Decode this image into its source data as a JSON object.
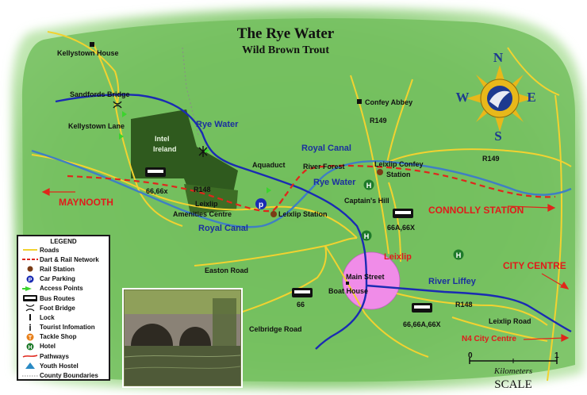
{
  "title": "The Rye Water",
  "subtitle": "Wild Brown Trout",
  "compass": {
    "n": "N",
    "e": "E",
    "s": "S",
    "w": "W"
  },
  "colors": {
    "land": "#7fc36a",
    "rye_water": "#1a2bb3",
    "royal_canal": "#3f7fc4",
    "roads": "#f2d230",
    "rail": "#e0261b",
    "intel_site": "#2f5a1e",
    "town_highlight": "#f08ce8",
    "labels_red": "#e01b1b",
    "labels_blue": "#1b2f9e"
  },
  "places": {
    "kellystown_house": "Kellystown House",
    "sandfords_bridge": "Sandfords Bridge",
    "kellystown_lane": "Kellystown Lane",
    "intel_ireland": "Intel\nIreland",
    "rye_water_upper": "Rye Water",
    "royal_canal_upper": "Royal Canal",
    "aquaduct": "Aquaduct",
    "river_forest": "River Forest",
    "leixlip_confey": "Leixlip Confey\nStation",
    "confey_abbey": "Confey Abbey",
    "r149_a": "R149",
    "r149_b": "R149",
    "maynooth": "MAYNOOTH",
    "bus_66_66x": "66,66x",
    "r148_a": "R148",
    "leixlip_amenities": "Leixlip\nAmenities Centre",
    "leixlip_station": "Leixlip Station",
    "rye_water_mid": "Rye Water",
    "captains_hill": "Captain's Hill",
    "bus_66a_66x": "66A,66X",
    "connolly": "CONNOLLY STATION",
    "royal_canal_lower": "Royal Canal",
    "leixlip": "Leixlip",
    "easton_road": "Easton Road",
    "main_street": "Main Street",
    "boat_house": "Boat House",
    "river_liffey": "River Liffey",
    "city_centre": "CITY CENTRE",
    "bus_66": "66",
    "r148_b": "R148",
    "bus_66_66a_66x": "66,66A,66X",
    "celbridge_road": "Celbridge Road",
    "leixlip_road": "Leixlip Road",
    "n4_city_centre": "N4 City Centre"
  },
  "legend": {
    "title": "LEGEND",
    "items": [
      {
        "label": "Roads",
        "icon": "road-line-icon"
      },
      {
        "label": "Dart & Rail Network",
        "icon": "rail-dashed-icon"
      },
      {
        "label": "Rail Station",
        "icon": "rail-station-dot-icon"
      },
      {
        "label": "Car Parking",
        "icon": "parking-p-icon"
      },
      {
        "label": "Access Points",
        "icon": "access-arrow-icon"
      },
      {
        "label": "Bus Routes",
        "icon": "bus-icon"
      },
      {
        "label": "Foot Bridge",
        "icon": "foot-bridge-icon"
      },
      {
        "label": "Lock",
        "icon": "lock-mark-icon"
      },
      {
        "label": "Tourist Infomation",
        "icon": "tourist-info-icon"
      },
      {
        "label": "Tackle Shop",
        "icon": "tackle-shop-t-icon"
      },
      {
        "label": "Hotel",
        "icon": "hotel-h-icon"
      },
      {
        "label": "Pathways",
        "icon": "pathway-line-icon"
      },
      {
        "label": "Youth Hostel",
        "icon": "youth-hostel-triangle-icon"
      },
      {
        "label": "County Boundaries",
        "icon": "county-boundary-dotted-icon"
      }
    ]
  },
  "scale": {
    "start": "0",
    "end": "1",
    "unit": "Kilometers",
    "caption": "SCALE"
  }
}
